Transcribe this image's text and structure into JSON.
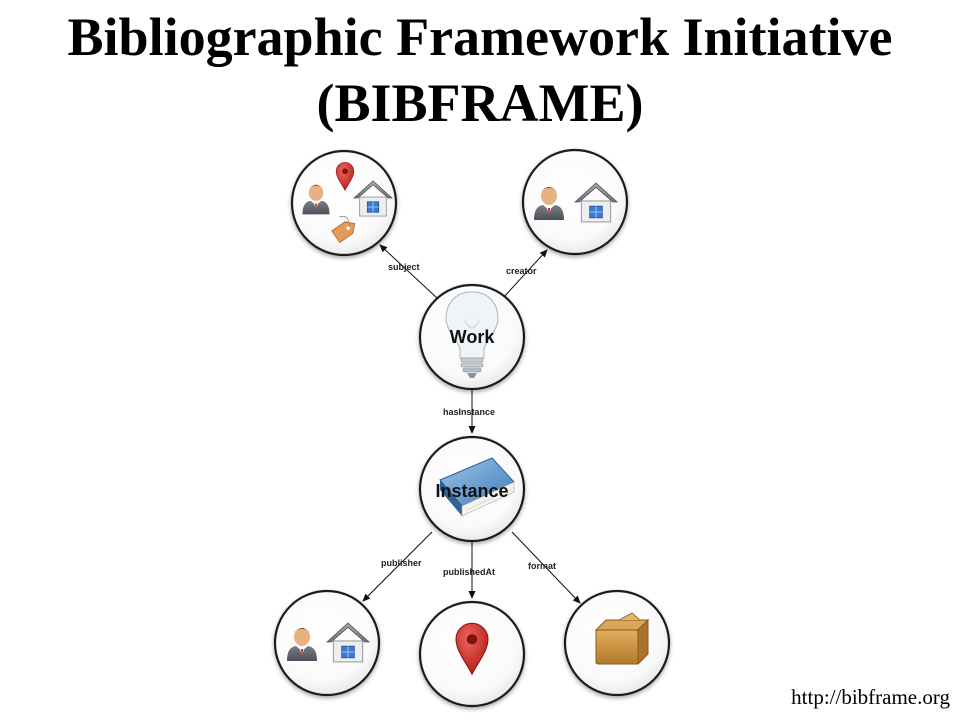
{
  "title": {
    "line1": "Bibliographic Framework Initiative",
    "line2": "(BIBFRAME)"
  },
  "footer": {
    "url": "http://bibframe.org"
  },
  "diagram": {
    "nodes": {
      "work": {
        "label": "Work",
        "icons": [
          "lightbulb-icon"
        ]
      },
      "instance": {
        "label": "Instance",
        "icons": [
          "book-icon"
        ]
      },
      "subject": {
        "label": "",
        "icons": [
          "person-icon",
          "map-pin-icon",
          "house-icon",
          "tag-icon"
        ]
      },
      "creator": {
        "label": "",
        "icons": [
          "person-icon",
          "house-icon"
        ]
      },
      "publisher": {
        "label": "",
        "icons": [
          "person-icon",
          "house-icon"
        ]
      },
      "published_at": {
        "label": "",
        "icons": [
          "map-pin-icon"
        ]
      },
      "format": {
        "label": "",
        "icons": [
          "box-icon"
        ]
      }
    },
    "edges": {
      "subject": "subject",
      "creator": "creator",
      "has_instance": "hasInstance",
      "publisher": "publisher",
      "published_at": "publishedAt",
      "format": "format"
    }
  },
  "colors": {
    "pin_red": "#d9332b",
    "house_gray": "#8f959b",
    "window_blue": "#3a7bd5",
    "book_blue": "#5f9ccf",
    "box_brown": "#c8923f",
    "tag_orange": "#e39a5a"
  }
}
